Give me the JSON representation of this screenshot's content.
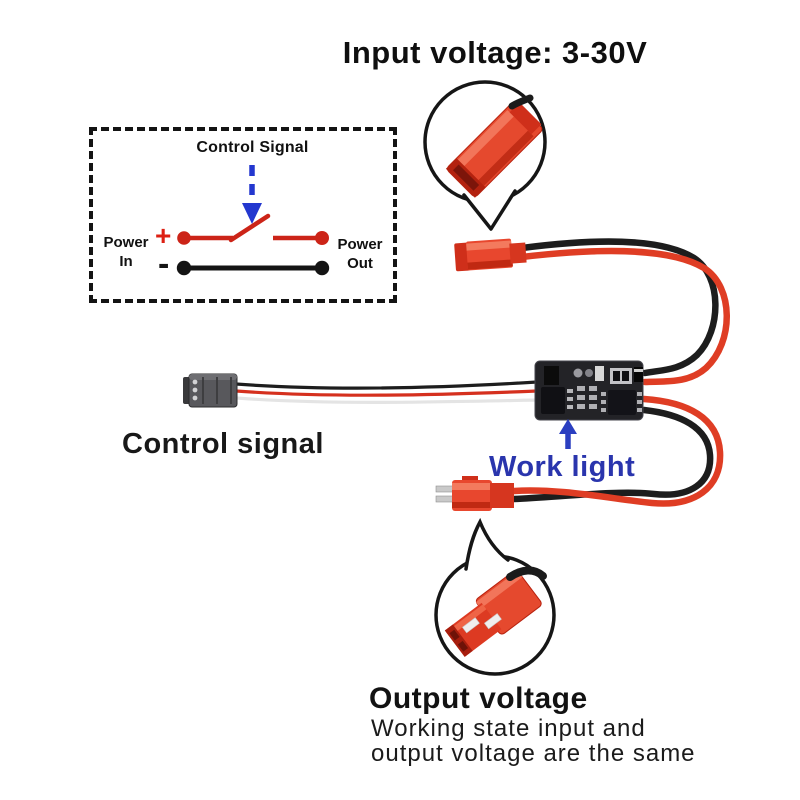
{
  "title": "Input voltage: 3-30V",
  "schematic": {
    "control_signal_label": "Control Signal",
    "power_in_line1": "Power",
    "power_in_line2": "In",
    "power_out_line1": "Power",
    "power_out_line2": "Out",
    "plus_symbol": "+",
    "minus_symbol": "-"
  },
  "photo": {
    "control_signal_label": "Control signal",
    "work_light_label": "Work light"
  },
  "output_section": {
    "heading": "Output voltage",
    "note_line1": "Working state input and",
    "note_line2": "output voltage are the same"
  },
  "colors": {
    "background": "#ffffff",
    "text_black": "#161616",
    "schematic_red": "#cc2418",
    "rail_black": "#141414",
    "signal_arrow_blue": "#2337cf",
    "label_blue": "#2a35ad",
    "connector_red": "#e8472e",
    "wire_red": "#df3d24",
    "wire_black": "#1d1d1d",
    "callout_outline": "#161616"
  }
}
